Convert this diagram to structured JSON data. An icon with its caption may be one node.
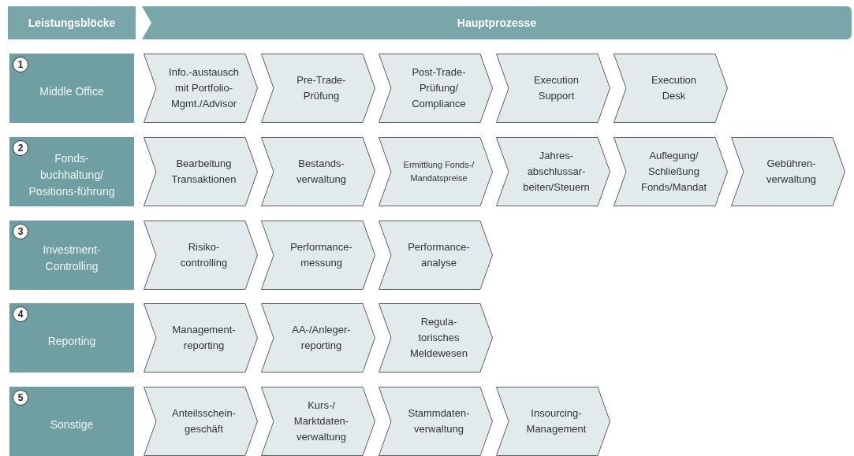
{
  "diagram": {
    "nodes": [
      {
        "text": [
          "Leistungsblöcke"
        ]
      },
      {
        "text": [
          "Hauptprozesse"
        ]
      },
      {
        "text": [
          "1",
          "Middle Office"
        ]
      },
      {
        "text": [
          "Info.-austausch mit Portfolio-Mgmt./Advisor"
        ]
      },
      {
        "text": [
          "Pre-Trade-Prüfung"
        ]
      },
      {
        "text": [
          "Post-Trade-Prüfung/ Compliance"
        ]
      },
      {
        "text": [
          "Execution Support"
        ]
      },
      {
        "text": [
          "Execution Desk"
        ]
      },
      {
        "text": [
          "2",
          "Fonds-buchhaltung/ Positions-führung"
        ]
      },
      {
        "text": [
          "Bearbeitung Transaktionen"
        ]
      },
      {
        "text": [
          "Bestands-verwaltung"
        ]
      },
      {
        "text": [
          "Ermittlung Fonds-/ Mandatspreise"
        ]
      },
      {
        "text": [
          "Jahres-abschlussar-beiten/Steuern"
        ]
      },
      {
        "text": [
          "Auflegung/ Schließung Fonds/Mandat"
        ]
      },
      {
        "text": [
          "Gebühren-verwaltung"
        ]
      },
      {
        "text": [
          "3",
          "Investment-Controlling"
        ]
      },
      {
        "text": [
          "Risiko-controlling"
        ]
      },
      {
        "text": [
          "Performance-messung"
        ]
      },
      {
        "text": [
          "Performance-analyse"
        ]
      },
      {
        "text": [
          "4",
          "Reporting"
        ]
      },
      {
        "text": [
          "Management-reporting"
        ]
      },
      {
        "text": [
          "AA-/Anleger-reporting"
        ]
      },
      {
        "text": [
          "Regula-torisches Meldewesen"
        ]
      },
      {
        "text": [
          "5",
          "Sonstige"
        ]
      },
      {
        "text": [
          "Anteilsschein-geschäft"
        ]
      },
      {
        "text": [
          "Kurs-/ Marktdaten-verwaltung"
        ]
      },
      {
        "text": [
          "Stammdaten-verwaltung"
        ]
      },
      {
        "text": [
          "Insourcing-Management"
        ]
      }
    ]
  }
}
